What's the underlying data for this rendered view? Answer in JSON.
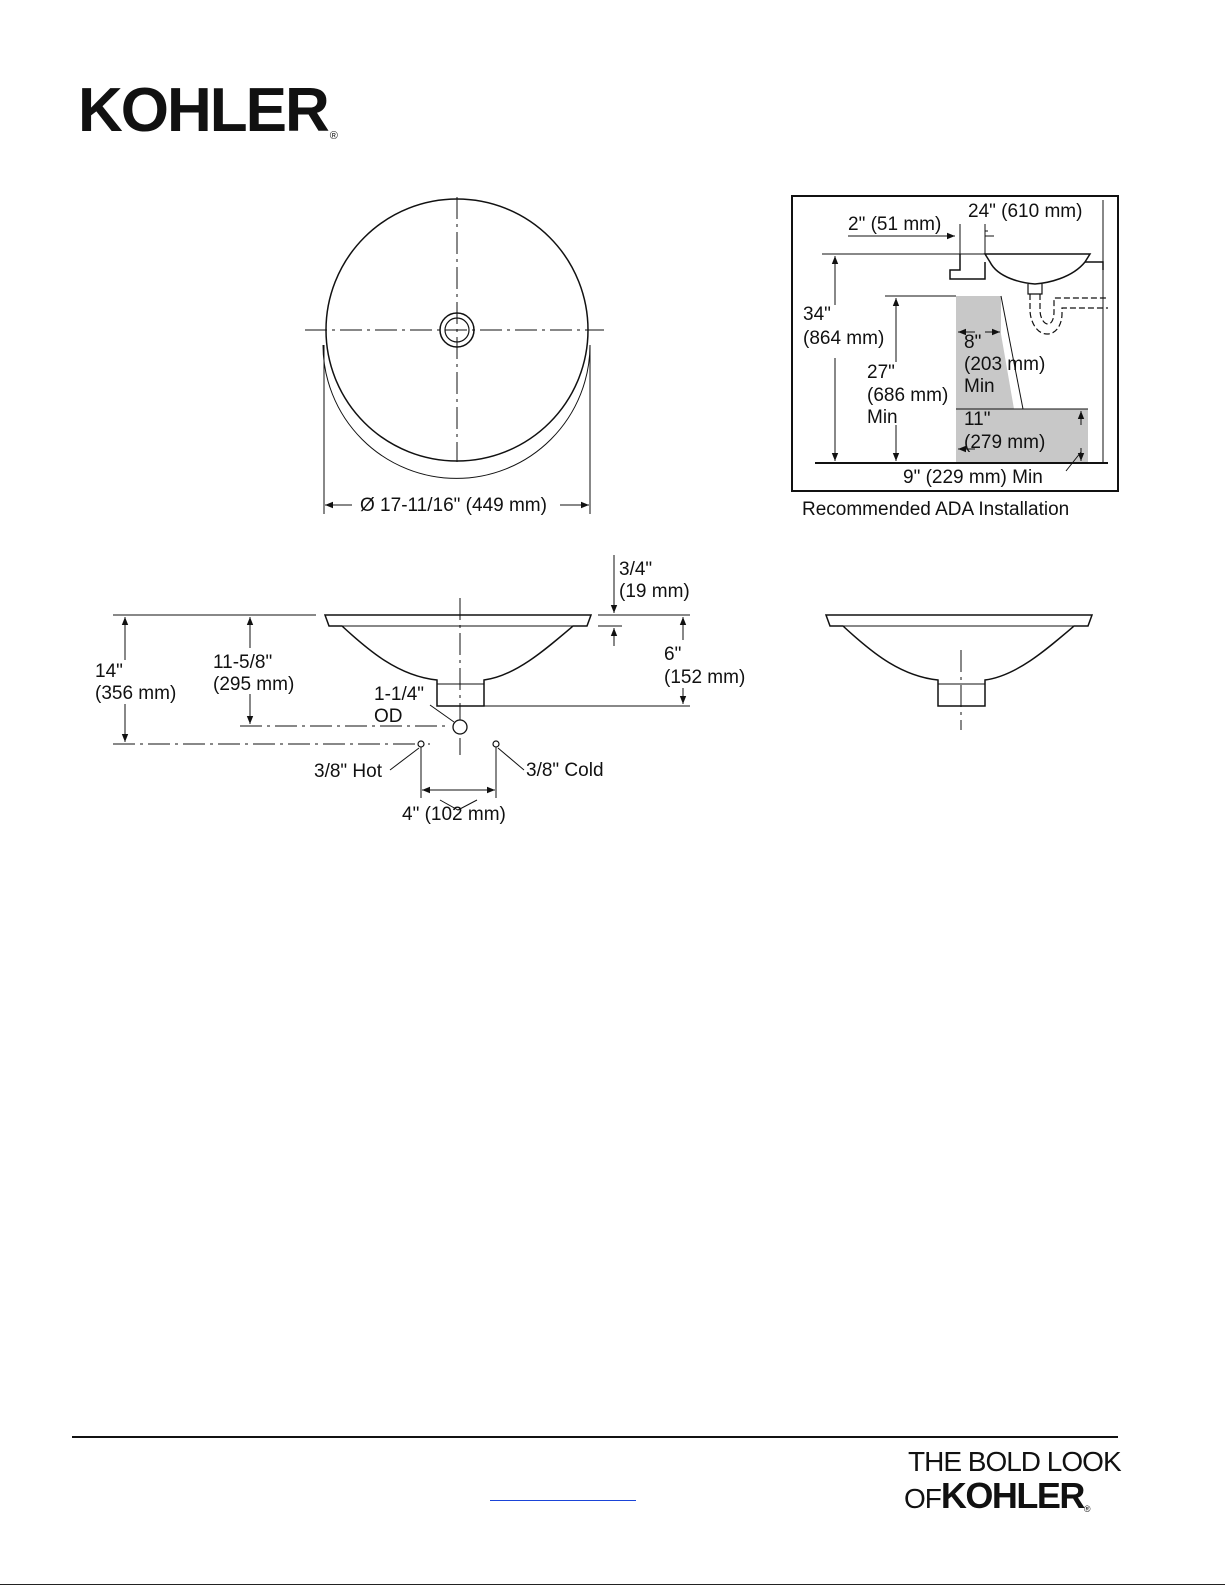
{
  "header": {
    "brand": "KOHLER",
    "reg_mark": "®"
  },
  "top_view": {
    "diameter": "Ø 17-11/16\" (449 mm)"
  },
  "ada_panel": {
    "caption": "Recommended ADA Installation",
    "dims": {
      "width_24": "24\" (610 mm)",
      "offset_2": "2\" (51 mm)",
      "height_34_a": "34\"",
      "height_34_b": "(864 mm)",
      "knee_27_a": "27\"",
      "knee_27_b": "(686 mm)",
      "knee_27_c": "Min",
      "depth_8_a": "8\"",
      "depth_8_b": "(203 mm)",
      "depth_8_c": "Min",
      "toe_11_a": "11\"",
      "toe_11_b": "(279 mm)",
      "toe_9": "9\" (229 mm) Min"
    }
  },
  "side_view": {
    "rim_a": "3/4\"",
    "rim_b": "(19 mm)",
    "depth_a": "6\"",
    "depth_b": "(152 mm)",
    "h14_a": "14\"",
    "h14_b": "(356 mm)",
    "h11_a": "11-5/8\"",
    "h11_b": "(295 mm)",
    "od_a": "1-1/4\"",
    "od_b": "OD",
    "hot": "3/8\" Hot",
    "cold": "3/8\" Cold",
    "spacing": "4\" (102 mm)"
  },
  "footer": {
    "tagline_line1": "THE BOLD LOOK",
    "tagline_of": "OF",
    "tagline_brand": "KOHLER",
    "reg_mark": "®"
  }
}
